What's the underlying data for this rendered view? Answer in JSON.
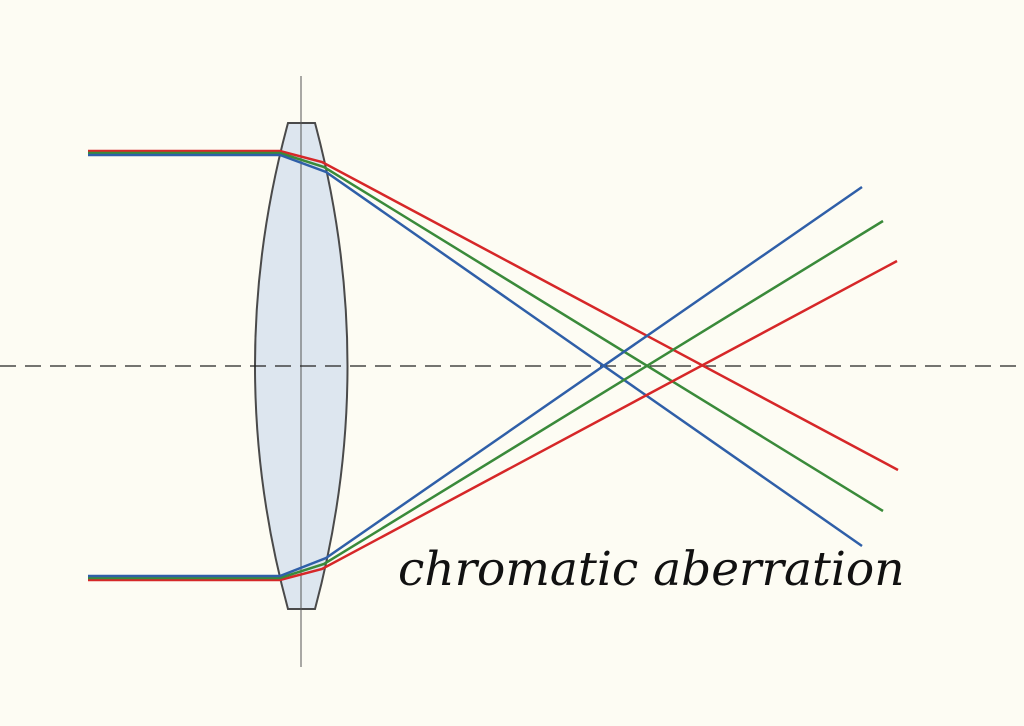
{
  "diagram": {
    "caption": "chromatic aberration",
    "background_color": "#fdfcf3",
    "lens": {
      "fill": "#dde6ef",
      "stroke": "#4a4a4a"
    },
    "optical_axis": {
      "style": "dashed",
      "color": "#222222"
    },
    "rays": [
      {
        "id": "red",
        "color": "#d62728"
      },
      {
        "id": "green",
        "color": "#3a8a3a"
      },
      {
        "id": "blue",
        "color": "#2f5fa8"
      }
    ]
  }
}
